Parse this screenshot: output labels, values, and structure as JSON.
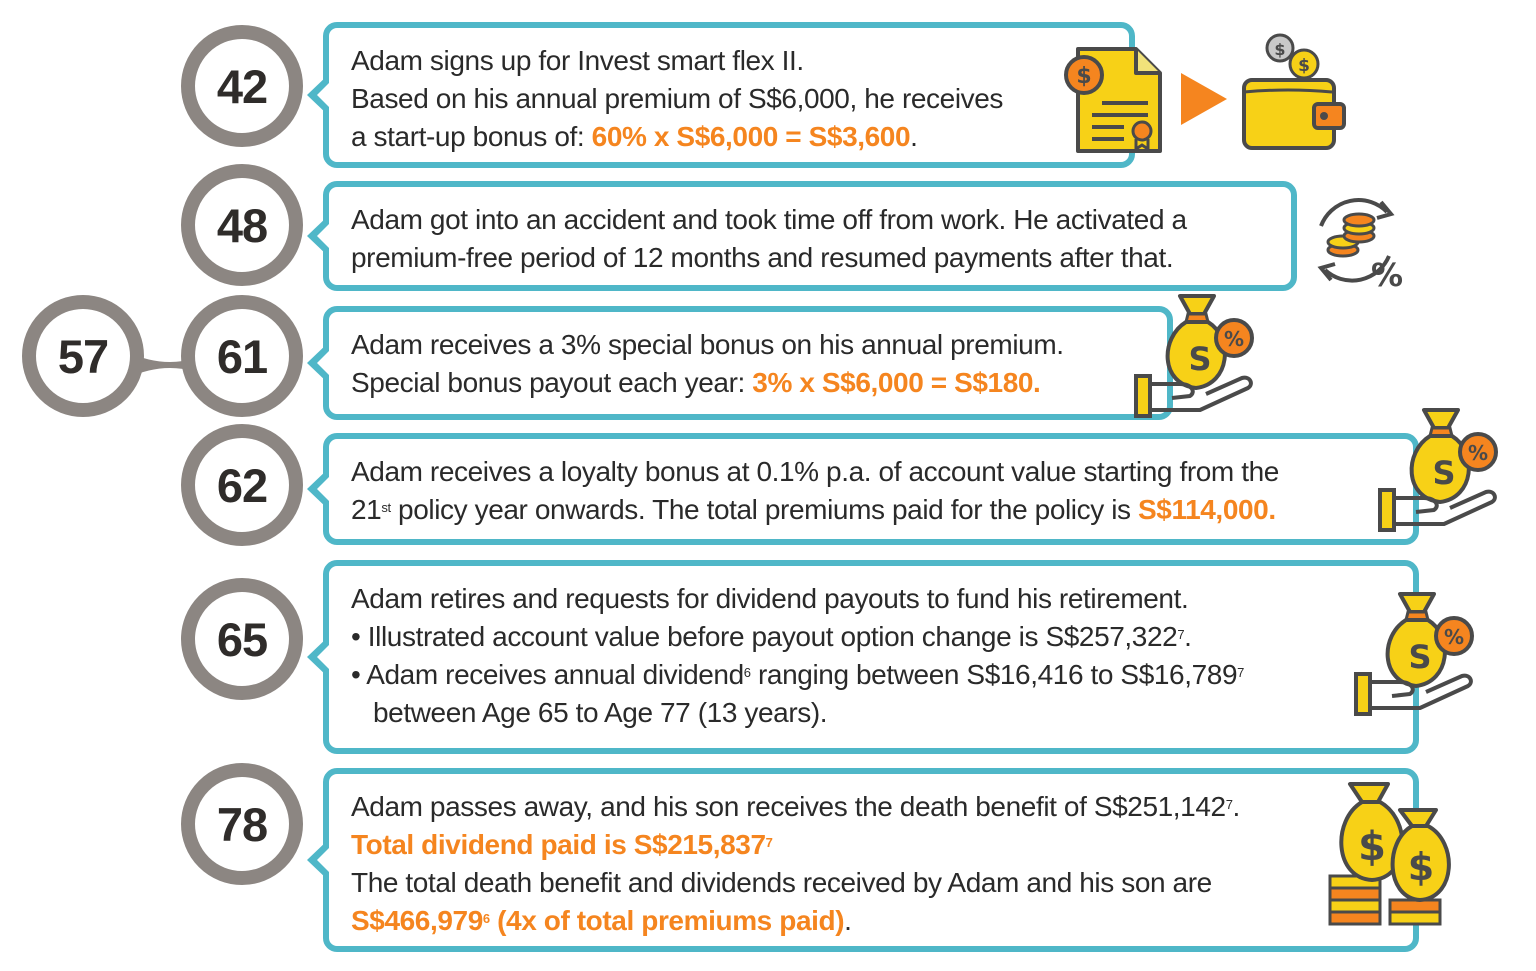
{
  "colors": {
    "accent": "#f5851f",
    "card_border": "#4fb7c8",
    "ring": "#8c8682",
    "icon_yellow": "#f7d117",
    "icon_outline": "#4a4a4a"
  },
  "rows": [
    {
      "age": "42",
      "l1": "Adam signs up for Invest smart flex II.",
      "l2": "Based on his annual premium of S$6,000, he receives",
      "l3_pre": "a start-up bonus of: ",
      "l3_hl": "60% x S$6,000 = S$3,600",
      "l3_post": ".",
      "icons": [
        "document-coin-icon",
        "play-arrow-icon",
        "wallet-coins-icon"
      ]
    },
    {
      "age": "48",
      "l1": "Adam got into an accident and took time off from work. He activated a",
      "l2": "premium-free period of 12 months and resumed payments after that.",
      "icons": [
        "coins-cycle-percent-icon"
      ],
      "percent_glyph": "%"
    },
    {
      "age_left": "57",
      "age": "61",
      "l1": "Adam receives a 3% special bonus on his annual premium.",
      "l2_pre": "Special bonus payout each year: ",
      "l2_hl": "3% x S$6,000 = S$180.",
      "icons": [
        "money-bag-hand-icon"
      ]
    },
    {
      "age": "62",
      "l1": "Adam receives a loyalty bonus at 0.1% p.a. of account value starting from the",
      "l2_pre": "21",
      "l2_sup": "st",
      "l2_mid": " policy year onwards. The total premiums paid for the policy is ",
      "l2_hl": "S$114,000.",
      "icons": [
        "money-bag-hand-icon"
      ]
    },
    {
      "age": "65",
      "l1": "Adam retires and requests for dividend payouts to fund his retirement.",
      "b1": "• Illustrated account value before payout option change is S$257,322",
      "b1_sup": "7",
      "b1_post": ".",
      "b2_pre": "• Adam receives annual dividend",
      "b2_sup": "6",
      "b2_mid": " ranging between S$16,416 to S$16,789",
      "b2_sup2": "7",
      "b2_cont": "between Age 65 to Age 77 (13 years).",
      "icons": [
        "money-bag-hand-icon"
      ]
    },
    {
      "age": "78",
      "l1": "Adam passes away, and his son receives the death benefit of S$251,142",
      "l1_sup": "7",
      "l1_post": ".",
      "l2_hl": "Total dividend paid is S$215,837",
      "l2_sup": "7",
      "l3": "The total death benefit and dividends received by Adam and his son are",
      "l4_hl": "S$466,979",
      "l4_sup": "6",
      "l4_hl2": " (4x of total premiums paid)",
      "l4_post": ".",
      "icons": [
        "money-bags-stack-icon"
      ]
    }
  ]
}
